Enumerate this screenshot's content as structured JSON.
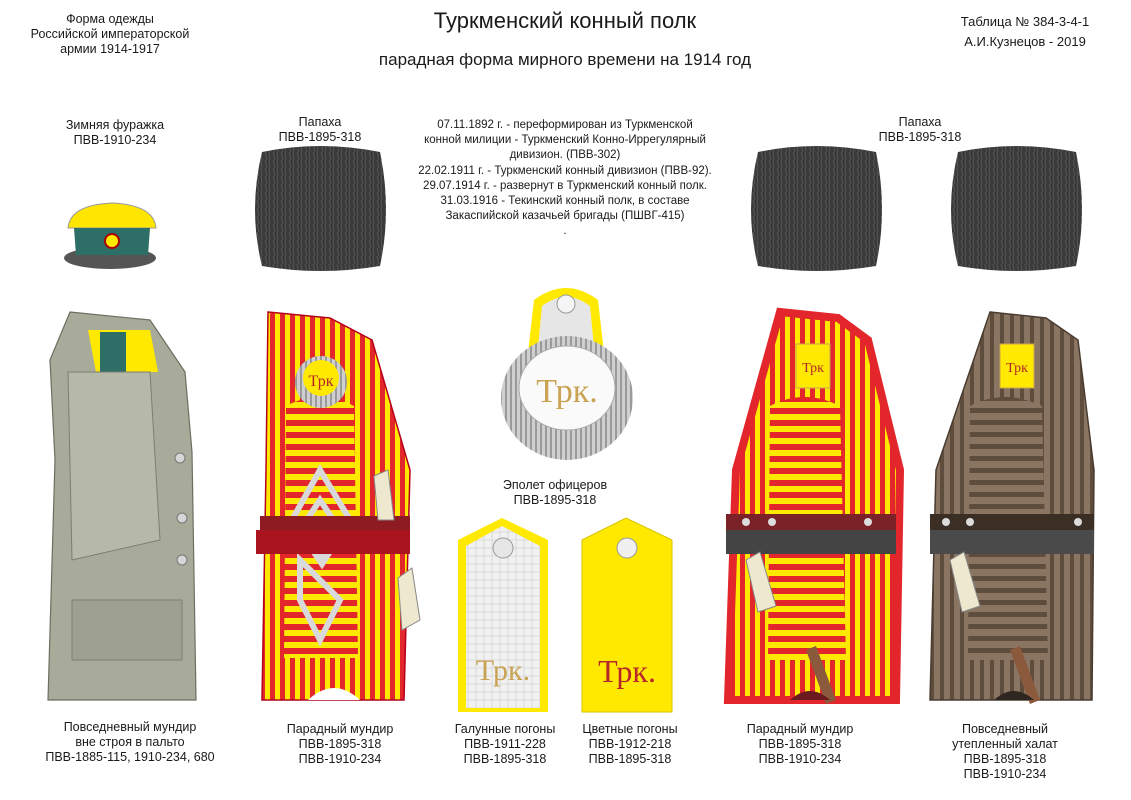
{
  "header": {
    "left_lines": [
      "Форма одежды",
      "Российской императорской",
      "армии  1914-1917"
    ],
    "title": "Туркменский конный полк",
    "subtitle": "парадная форма мирного времени на 1914 год",
    "right_lines": [
      "Таблица № 384-3-4-1",
      "А.И.Кузнецов - 2019"
    ]
  },
  "history": [
    "07.11.1892 г. - переформирован из Туркменской",
    "конной милиции -  Туркменский Конно-Иррегулярный",
    "дивизион. (ПВВ-302)",
    "22.02.1911 г. - Туркменский конный дивизион (ПВВ-92).",
    "29.07.1914 г. -  развернут  в Туркменский конный полк.",
    "31.03.1916 - Текинский конный полк, в составе",
    "Закаспийской казачьей бригады (ПШВГ-415)",
    "."
  ],
  "captions": {
    "cap": [
      "Зимняя фуражка",
      "ПВВ-1910-234"
    ],
    "papakha_left": [
      "Папаха",
      "ПВВ-1895-318"
    ],
    "papakha_right": [
      "Папаха",
      "ПВВ-1895-318"
    ],
    "epaulette": [
      "Эполет офицеров",
      "ПВВ-1895-318"
    ],
    "coat": [
      "Повседневный мундир",
      "вне строя в пальто",
      "ПВВ-1885-115, 1910-234, 680"
    ],
    "parade_left": [
      "Парадный мундир",
      "ПВВ-1895-318",
      "ПВВ-1910-234"
    ],
    "galun": [
      "Галунные погоны",
      "ПВВ-1911-228",
      "ПВВ-1895-318"
    ],
    "color": [
      "Цветные погоны",
      "ПВВ-1912-218",
      "ПВВ-1895-318"
    ],
    "parade_right": [
      "Парадный мундир",
      "ПВВ-1895-318",
      "ПВВ-1910-234"
    ],
    "khalat": [
      "Повседневный",
      "утепленный халат",
      "ПВВ-1895-318",
      "ПВВ-1910-234"
    ]
  },
  "badge": {
    "mark": "Трк.",
    "mark_short": "Трк"
  },
  "colors": {
    "red": "#e3262c",
    "yellow": "#ffe900",
    "khaki": "#a9ab9a",
    "brown": "#6e5a49",
    "fur": "#3a3a3a",
    "cap_band": "#ffe600",
    "cap_crown": "#2d6f66",
    "belt": "#8e1a22",
    "silver": "#d9d9d9",
    "gold_text": "#c9a253",
    "dark_red_text": "#b7262a"
  }
}
